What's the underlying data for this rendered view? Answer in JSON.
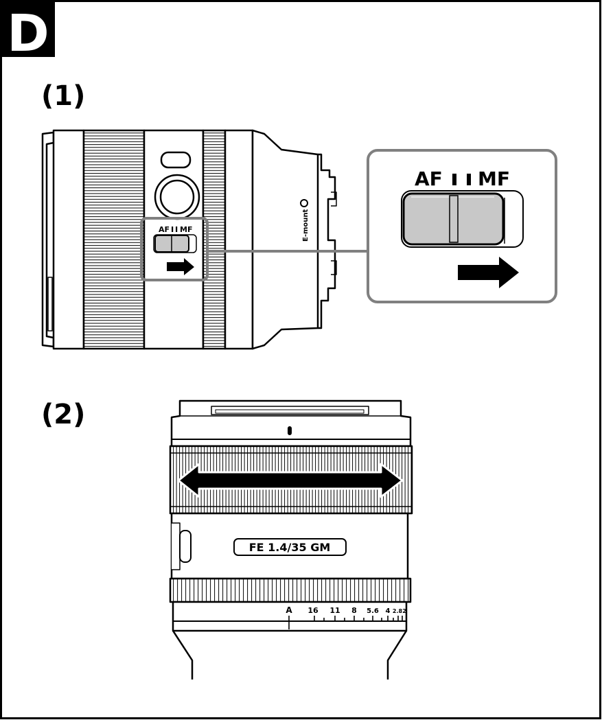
{
  "section_letter": "D",
  "step1": {
    "label": "(1)",
    "switch_left": "AF",
    "switch_right": "MF",
    "mount_label": "E-mount"
  },
  "step2": {
    "label": "(2)",
    "lens_name": "FE 1.4/35 GM",
    "aperture_scale": [
      "A",
      "16",
      "11",
      "8",
      "5.6",
      "4",
      "2.8",
      "2"
    ]
  },
  "colors": {
    "line": "#000000",
    "callout_border": "#808080",
    "switch_fill": "#c8c8c8"
  }
}
